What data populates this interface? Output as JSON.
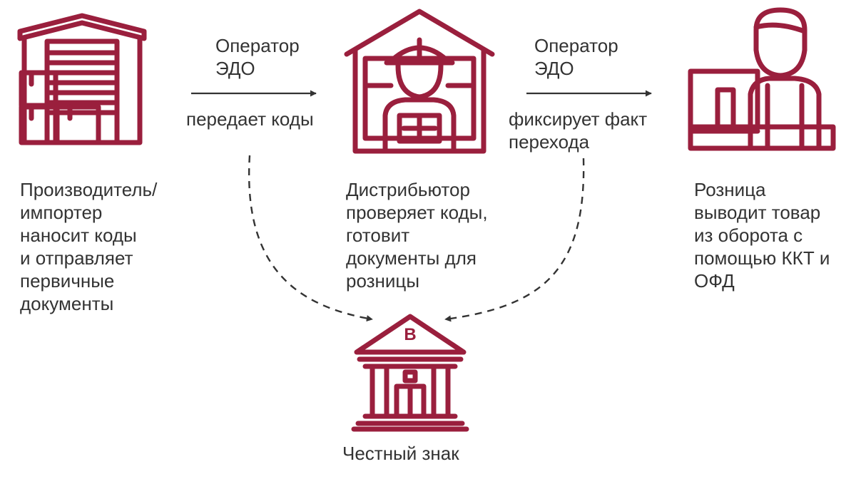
{
  "colors": {
    "icon": "#9a1f3d",
    "text": "#333333",
    "arrow": "#333333"
  },
  "nodes": {
    "producer": {
      "icon": "warehouse-icon",
      "lines": [
        "Производитель/",
        "импортер",
        "наносит коды",
        "и отправляет",
        "первичные",
        "документы"
      ]
    },
    "distributor": {
      "icon": "distributor-worker-icon",
      "lines": [
        "Дистрибьютор",
        "проверяет коды,",
        "готовит",
        "документы для",
        "розницы"
      ]
    },
    "retail": {
      "icon": "cashier-icon",
      "lines": [
        "Розница",
        "выводит товар",
        "из оборота с",
        "помощью ККТ и",
        "ОФД"
      ]
    },
    "honest_sign": {
      "icon": "bank-building-icon",
      "emblem": "В",
      "label": "Честный знак"
    }
  },
  "edges": {
    "producer_to_distributor": {
      "operator_lines": [
        "Оператор",
        "ЭДО"
      ],
      "action_lines": [
        "передает коды"
      ]
    },
    "distributor_to_retail": {
      "operator_lines": [
        "Оператор",
        "ЭДО"
      ],
      "action_lines": [
        "фиксирует факт",
        "перехода"
      ]
    }
  }
}
